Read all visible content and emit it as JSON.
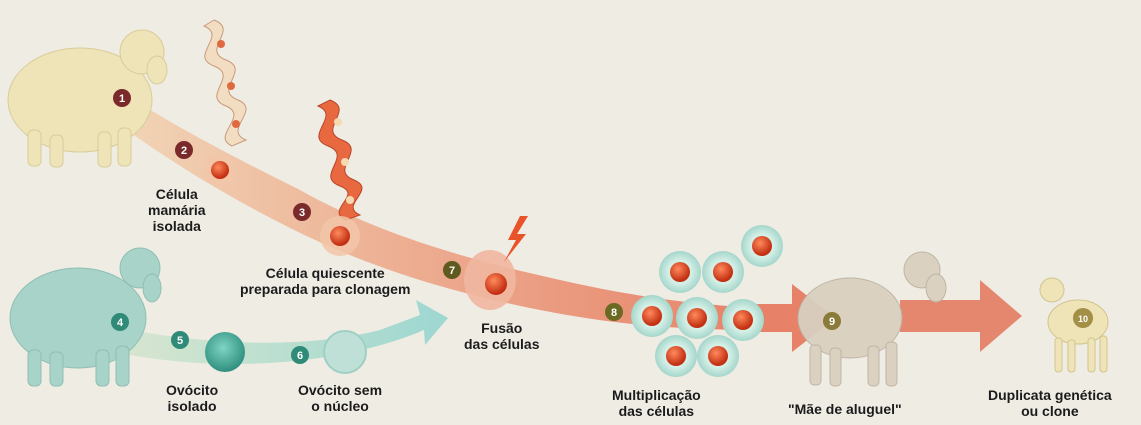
{
  "steps": [
    {
      "num": "1"
    },
    {
      "num": "2"
    },
    {
      "num": "3"
    },
    {
      "num": "4"
    },
    {
      "num": "5"
    },
    {
      "num": "6"
    },
    {
      "num": "7"
    },
    {
      "num": "8"
    },
    {
      "num": "9"
    },
    {
      "num": "10"
    }
  ],
  "labels": {
    "celula_mamaria": [
      "Célula",
      "mamária",
      "isolada"
    ],
    "celula_quiescente": [
      "Célula quiescente",
      "preparada para clonagem"
    ],
    "ovocito_isolado": [
      "Ovócito",
      "isolado"
    ],
    "ovocito_sem_nucleo": [
      "Ovócito sem",
      "o núcleo"
    ],
    "fusao": [
      "Fusão",
      "das células"
    ],
    "multiplicacao": [
      "Multiplicação",
      "das células"
    ],
    "mae_de_aluguel": "\"Mãe de aluguel\"",
    "duplicata": [
      "Duplicata genética",
      "ou clone"
    ]
  },
  "colors": {
    "background": "#efece4",
    "main_path": "#e5876a",
    "secondary_path": "#9fd6cf",
    "white_sheep": "#eee4b8",
    "blue_sheep": "#a7d3c9",
    "nucleus": "#d8401f",
    "cell_halo": "#bfe3da",
    "badge": "#7a2a2a"
  }
}
